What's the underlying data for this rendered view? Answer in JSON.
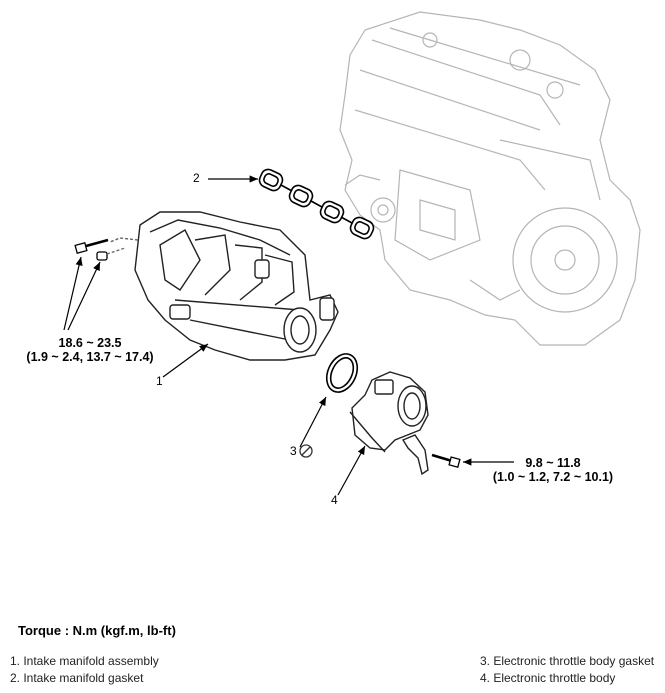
{
  "callouts": {
    "c1": "1",
    "c2": "2",
    "c3": "3",
    "c4": "4"
  },
  "torque_specs": {
    "manifold": {
      "nm": "18.6 ~ 23.5",
      "alt": "(1.9 ~ 2.4, 13.7 ~ 17.4)"
    },
    "throttle": {
      "nm": "9.8 ~ 11.8",
      "alt": "(1.0 ~ 1.2, 7.2 ~ 10.1)"
    }
  },
  "torque_header": "Torque : N.m (kgf.m, lb-ft)",
  "legend": {
    "item1": "1. Intake manifold assembly",
    "item2": "2. Intake manifold gasket",
    "item3": "3. Electronic throttle body gasket",
    "item4": "4. Electronic throttle body"
  },
  "icons": {
    "no_reuse": "prohibition-icon"
  }
}
